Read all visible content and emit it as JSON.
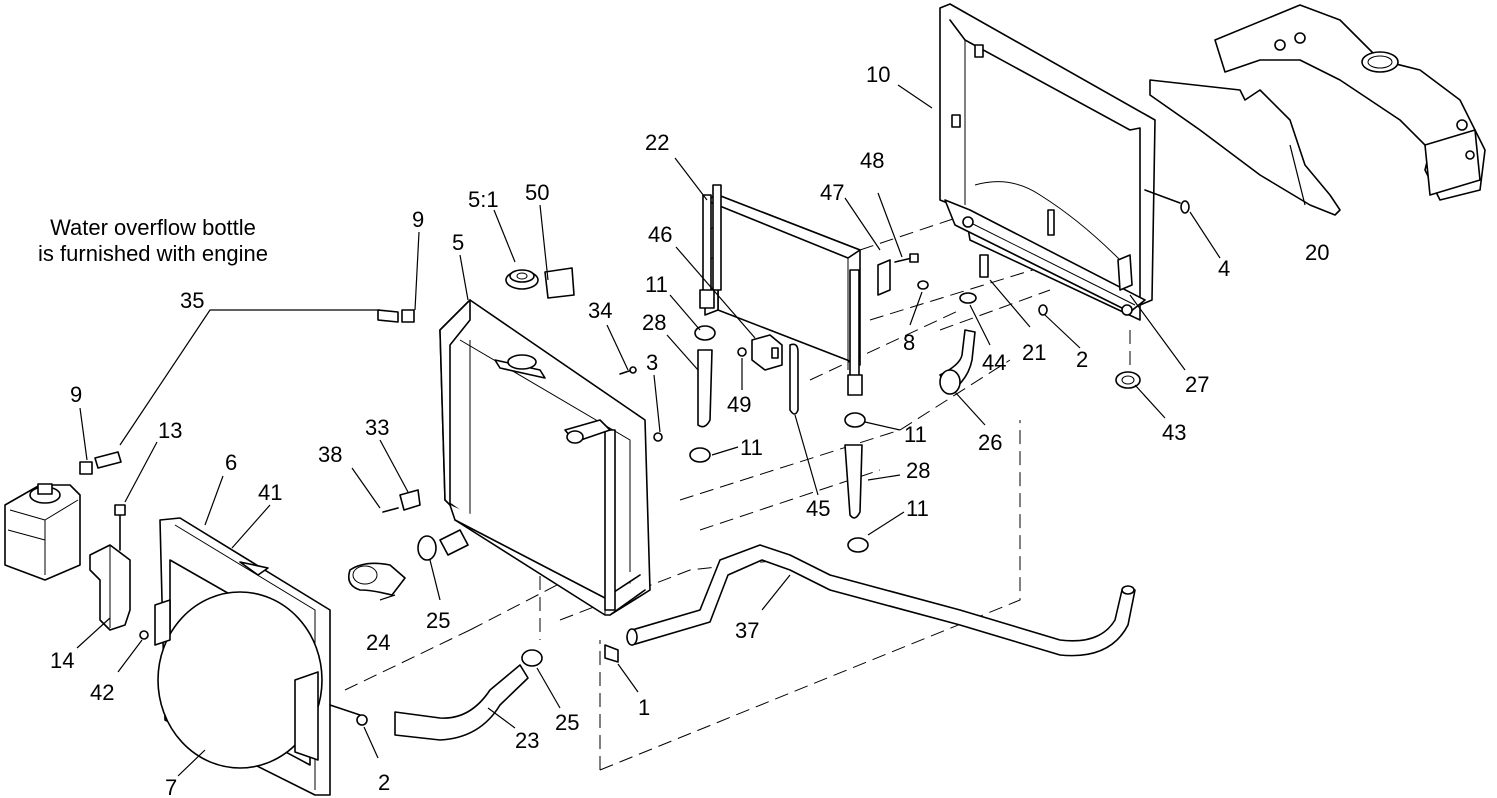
{
  "note": {
    "line1": "Water overflow bottle",
    "line2": "is furnished with engine"
  },
  "callouts": [
    "10",
    "20",
    "4",
    "22",
    "48",
    "47",
    "46",
    "50",
    "5:1",
    "5",
    "9",
    "11",
    "28",
    "34",
    "3",
    "8",
    "21",
    "2",
    "27",
    "44",
    "43",
    "49",
    "45",
    "26",
    "11",
    "11",
    "28",
    "11",
    "33",
    "38",
    "13",
    "9",
    "35",
    "6",
    "41",
    "14",
    "42",
    "24",
    "25",
    "37",
    "1",
    "25",
    "23",
    "2",
    "7"
  ],
  "colors": {
    "ink": "#000000",
    "paper": "#ffffff"
  }
}
